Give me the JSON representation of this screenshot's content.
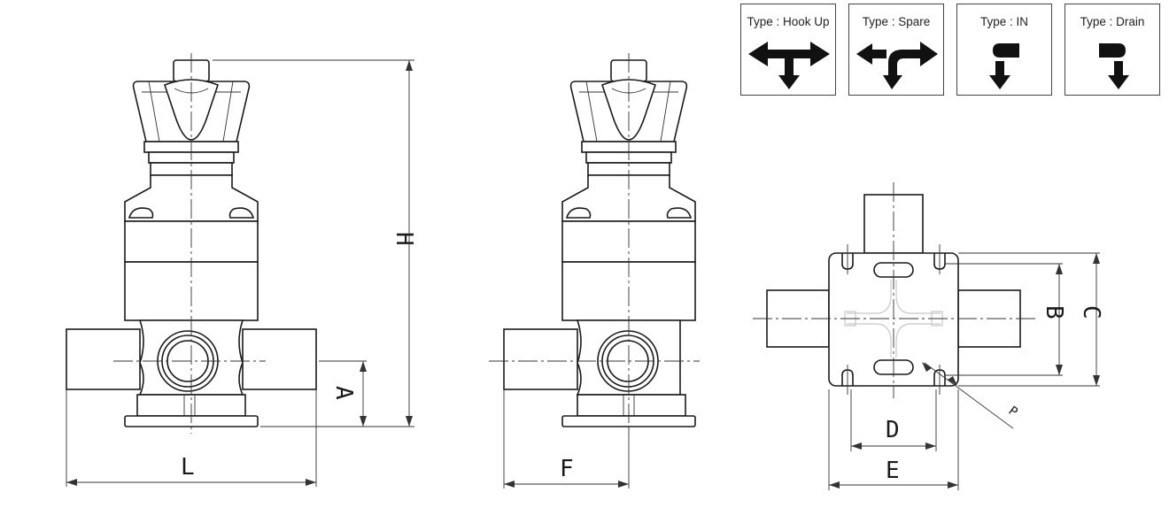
{
  "flow_types": [
    {
      "label": "Type : Hook Up",
      "icon": "hook-up-flow-icon"
    },
    {
      "label": "Type : Spare",
      "icon": "spare-flow-icon"
    },
    {
      "label": "Type : IN",
      "icon": "in-flow-icon"
    },
    {
      "label": "Type : Drain",
      "icon": "drain-flow-icon"
    }
  ],
  "dimensions": {
    "L": "L",
    "F": "F",
    "H": "H",
    "A": "A",
    "B": "B",
    "C": "C",
    "D": "D",
    "E": "E",
    "P": "P"
  },
  "colors": {
    "line": "#1a1a1a",
    "box_border": "#444444",
    "symbol_fill": "#111111"
  }
}
